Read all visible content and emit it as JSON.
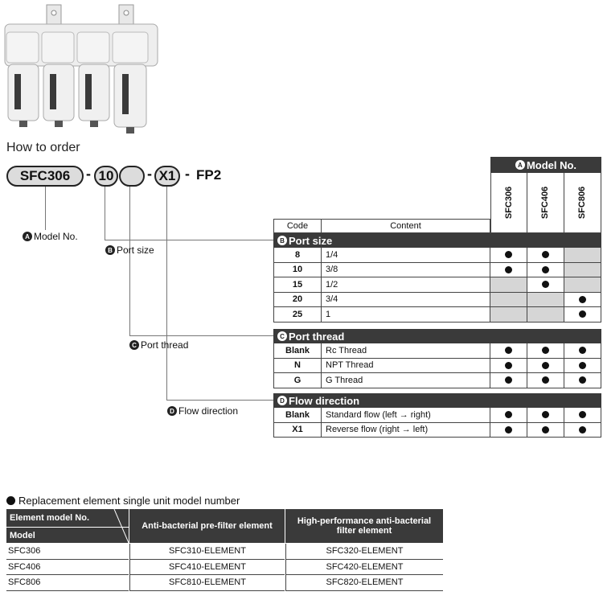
{
  "how_to_order": {
    "title": "How to order",
    "model_pill": "SFC306",
    "port_size_pill": "10",
    "port_thread_pill": "",
    "flow_pill": "X1",
    "suffix": "FP2",
    "dash": "-"
  },
  "labels": {
    "model_no": "Model No.",
    "port_size": "Port size",
    "port_thread": "Port thread",
    "flow_direction": "Flow direction"
  },
  "letters": {
    "a": "A",
    "b": "B",
    "c": "C",
    "d": "D"
  },
  "table": {
    "model_header": "Model No.",
    "code_header": "Code",
    "content_header": "Content",
    "models": [
      "SFC306",
      "SFC406",
      "SFC806"
    ],
    "port_size": {
      "title": "Port size",
      "rows": [
        {
          "code": "8",
          "content": "1/4",
          "avail": [
            true,
            true,
            false
          ]
        },
        {
          "code": "10",
          "content": "3/8",
          "avail": [
            true,
            true,
            false
          ]
        },
        {
          "code": "15",
          "content": "1/2",
          "avail": [
            false,
            true,
            false
          ]
        },
        {
          "code": "20",
          "content": "3/4",
          "avail": [
            false,
            false,
            true
          ]
        },
        {
          "code": "25",
          "content": "1",
          "avail": [
            false,
            false,
            true
          ]
        }
      ]
    },
    "port_thread": {
      "title": "Port thread",
      "rows": [
        {
          "code": "Blank",
          "content": "Rc Thread",
          "avail": [
            true,
            true,
            true
          ]
        },
        {
          "code": "N",
          "content": "NPT Thread",
          "avail": [
            true,
            true,
            true
          ]
        },
        {
          "code": "G",
          "content": "G Thread",
          "avail": [
            true,
            true,
            true
          ]
        }
      ]
    },
    "flow_direction": {
      "title": "Flow direction",
      "rows": [
        {
          "code": "Blank",
          "content": "Standard flow (left → right)",
          "avail": [
            true,
            true,
            true
          ]
        },
        {
          "code": "X1",
          "content": "Reverse flow (right → left)",
          "avail": [
            true,
            true,
            true
          ]
        }
      ]
    }
  },
  "replacement": {
    "title": "Replacement element single unit model number",
    "header_element_model": "Element model No.",
    "header_model": "Model",
    "header_prefilter": "Anti-bacterial pre-filter element",
    "header_hp": "High-performance anti-bacterial filter element",
    "rows": [
      {
        "model": "SFC306",
        "prefilter": "SFC310-ELEMENT",
        "hp": "SFC320-ELEMENT"
      },
      {
        "model": "SFC406",
        "prefilter": "SFC410-ELEMENT",
        "hp": "SFC420-ELEMENT"
      },
      {
        "model": "SFC806",
        "prefilter": "SFC810-ELEMENT",
        "hp": "SFC820-ELEMENT"
      }
    ]
  },
  "colors": {
    "header_dark": "#3a3a3a",
    "unavailable": "#d6d6d6"
  }
}
